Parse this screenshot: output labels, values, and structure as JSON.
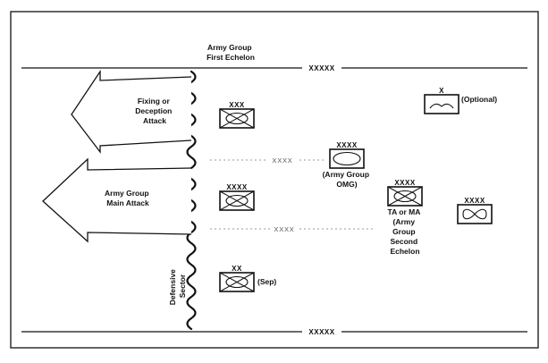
{
  "labels": {
    "first_echelon": [
      "Army Group",
      "First Echelon"
    ],
    "fixing_attack": [
      "Fixing or",
      "Deception",
      "Attack"
    ],
    "main_attack": [
      "Army Group",
      "Main Attack"
    ],
    "defensive_sector": [
      "Defensive",
      "Sector"
    ],
    "omg": [
      "(Army Group",
      "OMG)"
    ],
    "second_echelon": [
      "TA or MA",
      "(Army",
      "Group",
      "Second",
      "Echelon"
    ],
    "optional": "(Optional)",
    "sep": "(Sep)"
  },
  "echelons": {
    "army_group_boundary": "XXXXX",
    "front_boundary": "XXXX",
    "corps": "XXX",
    "army": "XXXX",
    "division": "XX",
    "brigade": "X"
  }
}
